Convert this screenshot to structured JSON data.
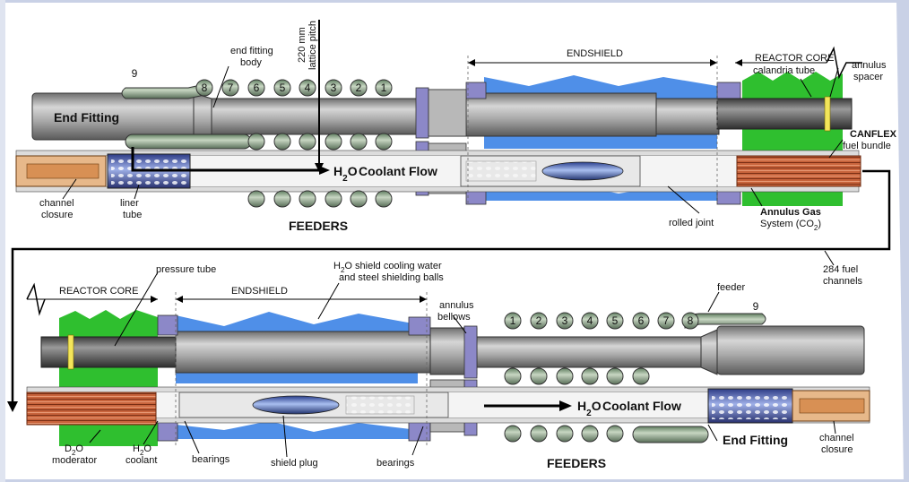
{
  "top": {
    "end_fitting": "End Fitting",
    "end_fitting_body_1": "end fitting",
    "end_fitting_body_2": "body",
    "lattice_1": "220 mm",
    "lattice_2": "lattice pitch",
    "endshield": "ENDSHIELD",
    "reactor_core": "REACTOR CORE",
    "calandria_tube": "calandria tube",
    "annulus_spacer_1": "annulus",
    "annulus_spacer_2": "spacer",
    "canflex_1": "CANFLEX",
    "canflex_2": "fuel bundle",
    "coolant_flow": "Coolant Flow",
    "h2o_h": "H",
    "h2o_2": "2",
    "h2o_o": "O",
    "channel_closure_1": "channel",
    "channel_closure_2": "closure",
    "liner_1": "liner",
    "liner_2": "tube",
    "feeders": "FEEDERS",
    "rolled_joint": "rolled joint",
    "annulus_gas_1": "Annulus Gas",
    "annulus_gas_2": "System (CO",
    "annulus_gas_sub": "2",
    "annulus_gas_3": ")",
    "feeder_numbers": [
      "9",
      "8",
      "7",
      "6",
      "5",
      "4",
      "3",
      "2",
      "1"
    ]
  },
  "middle": {
    "fuel_channels_1": "284 fuel",
    "fuel_channels_2": "channels"
  },
  "bottom": {
    "reactor_core": "REACTOR CORE",
    "pressure_tube": "pressure tube",
    "endshield": "ENDSHIELD",
    "shield_water_h": "H",
    "shield_water_2": "2",
    "shield_water_1": "O  shield cooling water",
    "shield_water_3": "and steel shielding balls",
    "annulus_bellows_1": "annulus",
    "annulus_bellows_2": "bellows",
    "feeder": "feeder",
    "feeder_numbers": [
      "1",
      "2",
      "3",
      "4",
      "5",
      "6",
      "7",
      "8",
      "9"
    ],
    "coolant_flow": "Coolant Flow",
    "h2o_h": "H",
    "h2o_2": "2",
    "h2o_o": "O",
    "end_fitting": "End Fitting",
    "channel_closure_1": "channel",
    "channel_closure_2": "closure",
    "d2o_d": "D",
    "d2o_2": "2",
    "d2o_o": "O",
    "moderator": "moderator",
    "h2o_coolant_h": "H",
    "h2o_coolant_2": "2",
    "h2o_coolant_o": "O",
    "coolant": "coolant",
    "bearings_left": "bearings",
    "shield_plug": "shield plug",
    "bearings_right": "bearings",
    "feeders": "FEEDERS"
  },
  "colors": {
    "steel": "#9a9a9a",
    "shield_blue": "#4f8fe8",
    "core_green": "#2fbf2f",
    "fuel_copper": "#c8643c",
    "liner_blue": "#4b5fb0"
  }
}
